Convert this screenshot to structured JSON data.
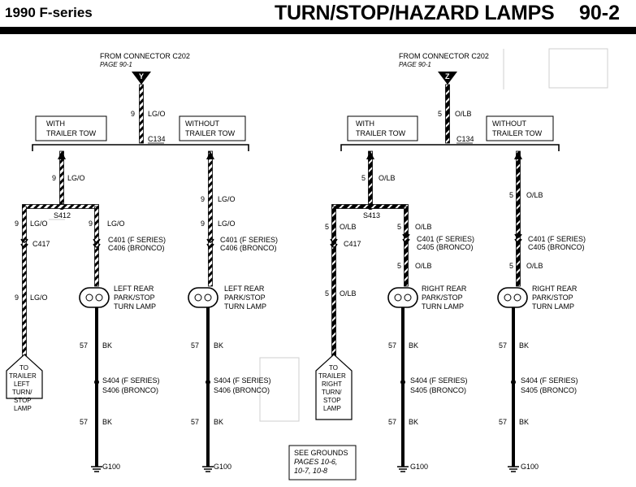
{
  "header": {
    "model": "1990 F-series",
    "title": "TURN/STOP/HAZARD LAMPS",
    "page": "90-2"
  },
  "colors": {
    "ink": "#000000",
    "paper": "#ffffff",
    "ghost": "#c8c8c8"
  },
  "left_circuit": {
    "from_label": "FROM CONNECTOR C202",
    "from_page": "PAGE 90-1",
    "terminal": "Y",
    "feed_circuit": "9",
    "feed_color": "LG/O",
    "connector": "C134",
    "with_tow_1": "WITH",
    "with_tow_2": "TRAILER TOW",
    "without_tow_1": "WITHOUT",
    "without_tow_2": "TRAILER TOW",
    "wt_circuit": "9",
    "wt_color": "LG/O",
    "splice": "S412",
    "wt_left_circuit": "9",
    "wt_left_color": "LG/O",
    "wt_right_circuit": "9",
    "wt_right_color": "LG/O",
    "c417": "C417",
    "wt_left_lower_circuit": "9",
    "wt_left_lower_color": "LG/O",
    "wt_c401": "C401 (F SERIES)",
    "wt_c406": "C406 (BRONCO)",
    "wt_lamp_1": "LEFT REAR",
    "wt_lamp_2": "PARK/STOP",
    "wt_lamp_3": "TURN LAMP",
    "trailer_1": "TO",
    "trailer_2": "TRAILER",
    "trailer_3": "LEFT",
    "trailer_4": "TURN/",
    "trailer_5": "STOP",
    "trailer_6": "LAMP",
    "wt_gnd_circuit_1": "57",
    "wt_gnd_color_1": "BK",
    "wt_s404": "S404 (F SERIES)",
    "wt_s406": "S406 (BRONCO)",
    "wt_gnd_circuit_2": "57",
    "wt_gnd_color_2": "BK",
    "wt_ground": "G100",
    "wo_circuit": "9",
    "wo_color": "LG/O",
    "wo_circuit_2": "9",
    "wo_color_2": "LG/O",
    "wo_c401": "C401 (F SERIES)",
    "wo_c406": "C406 (BRONCO)",
    "wo_lamp_1": "LEFT REAR",
    "wo_lamp_2": "PARK/STOP",
    "wo_lamp_3": "TURN LAMP",
    "wo_gnd_circuit_1": "57",
    "wo_gnd_color_1": "BK",
    "wo_s404": "S404 (F SERIES)",
    "wo_s406": "S406 (BRONCO)",
    "wo_gnd_circuit_2": "57",
    "wo_gnd_color_2": "BK",
    "wo_ground": "G100"
  },
  "right_circuit": {
    "from_label": "FROM CONNECTOR C202",
    "from_page": "PAGE 90-1",
    "terminal": "Z",
    "feed_circuit": "5",
    "feed_color": "O/LB",
    "connector": "C134",
    "with_tow_1": "WITH",
    "with_tow_2": "TRAILER TOW",
    "without_tow_1": "WITHOUT",
    "without_tow_2": "TRAILER TOW",
    "wt_circuit": "5",
    "wt_color": "O/LB",
    "splice": "S413",
    "wt_left_circuit": "5",
    "wt_left_color": "O/LB",
    "wt_right_circuit": "5",
    "wt_right_color": "O/LB",
    "c417": "C417",
    "wt_left_lower_circuit": "5",
    "wt_left_lower_color": "O/LB",
    "wt_c401": "C401 (F SERIES)",
    "wt_c405": "C405 (BRONCO)",
    "wt_right_lower_circuit": "5",
    "wt_right_lower_color": "O/LB",
    "wt_lamp_1": "RIGHT REAR",
    "wt_lamp_2": "PARK/STOP",
    "wt_lamp_3": "TURN LAMP",
    "trailer_1": "TO",
    "trailer_2": "TRAILER",
    "trailer_3": "RIGHT",
    "trailer_4": "TURN/",
    "trailer_5": "STOP",
    "trailer_6": "LAMP",
    "wt_gnd_circuit_1": "57",
    "wt_gnd_color_1": "BK",
    "wt_s404": "S404 (F SERIES)",
    "wt_s405": "S405 (BRONCO)",
    "wt_gnd_circuit_2": "57",
    "wt_gnd_color_2": "BK",
    "wt_ground": "G100",
    "wo_circuit": "5",
    "wo_color": "O/LB",
    "wo_c401": "C401 (F SERIES)",
    "wo_c405": "C405 (BRONCO)",
    "wo_circuit_2": "5",
    "wo_color_2": "O/LB",
    "wo_lamp_1": "RIGHT REAR",
    "wo_lamp_2": "PARK/STOP",
    "wo_lamp_3": "TURN LAMP",
    "wo_gnd_circuit_1": "57",
    "wo_gnd_color_1": "BK",
    "wo_s404": "S404 (F SERIES)",
    "wo_s405": "S405 (BRONCO)",
    "wo_gnd_circuit_2": "57",
    "wo_gnd_color_2": "BK",
    "wo_ground": "G100"
  },
  "grounds_note": {
    "line_1": "SEE GROUNDS",
    "line_2": "PAGES 10-6,",
    "line_3": "10-7, 10-8"
  }
}
